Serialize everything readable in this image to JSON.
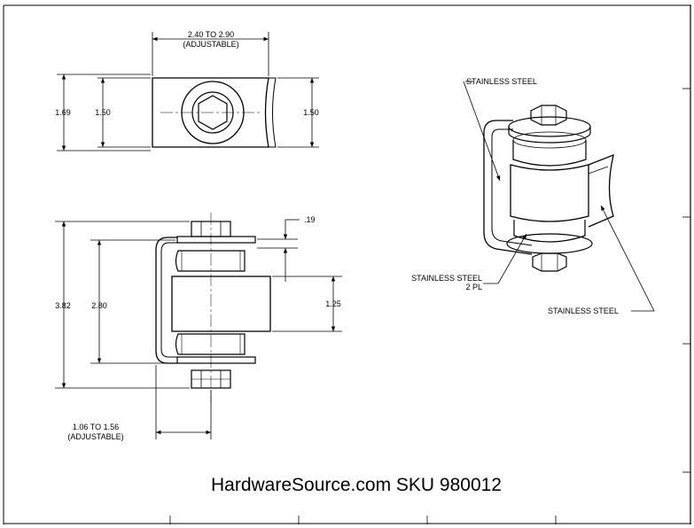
{
  "top_view": {
    "width_dim": "2.40 TO 2.90",
    "width_note": "(ADJUSTABLE)",
    "left_outer_height": "1.69",
    "left_inner_height": "1.50",
    "right_height": "1.50"
  },
  "side_view": {
    "overall_height": "3.82",
    "inner_height": "2.80",
    "plate_thickness": ".19",
    "barrel_height": "1.25",
    "offset_dim": "1.06 TO 1.56",
    "offset_note": "(ADJUSTABLE)"
  },
  "iso_view": {
    "callout_bracket": "STAINLESS STEEL",
    "callout_washers": "STAINLESS STEEL",
    "callout_washers_qty": "2 PL",
    "callout_leaf": "STAINLESS STEEL"
  },
  "footer": {
    "sku_text": "HardwareSource.com SKU 980012"
  }
}
